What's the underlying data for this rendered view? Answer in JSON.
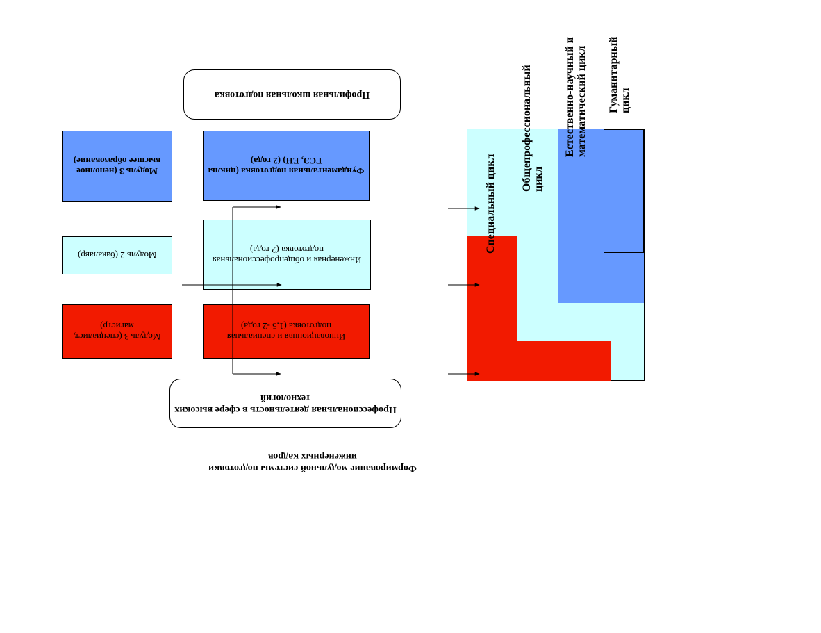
{
  "colors": {
    "red": "#f21a00",
    "light_cyan": "#ccffff",
    "blue": "#6699ff",
    "border": "#000000",
    "background": "#ffffff"
  },
  "diagram": {
    "title": "Формирование модульной системы подготовки инженерных кадров",
    "top_box": "Профессиональная деятельность в сфере высоких технологий",
    "bottom_box": "Профильная школьная подготовка",
    "stages": [
      {
        "id": "innovative",
        "label": "Инновационная и специальная подготовка (1,5 -2 года)",
        "color": "red"
      },
      {
        "id": "engineering",
        "label": "Инженерная и общепрофессиональная подготовка (2 года)",
        "color": "light_cyan"
      },
      {
        "id": "fundamental",
        "label": "Фундаментальная подготовка (циклы ГСЭ, ЕН) (2 года)",
        "color": "blue"
      }
    ],
    "modules": [
      {
        "id": "module3-master",
        "label": "Модуль 3 (специалист, магистр)",
        "color": "red"
      },
      {
        "id": "module2",
        "label": "Модуль 2 (бакалавр)",
        "color": "light_cyan"
      },
      {
        "id": "module3-incomplete",
        "label": "Модуль 3 (неполное высшее образование)",
        "color": "blue"
      }
    ],
    "cycles": [
      {
        "id": "special",
        "label": "Специальный цикл"
      },
      {
        "id": "general-professional",
        "label": "Общепрофессиональный цикл"
      },
      {
        "id": "natural-science",
        "label": "Естественно-научный и математический цикл"
      },
      {
        "id": "humanitarian",
        "label": "Гуманитарный цикл"
      }
    ]
  }
}
